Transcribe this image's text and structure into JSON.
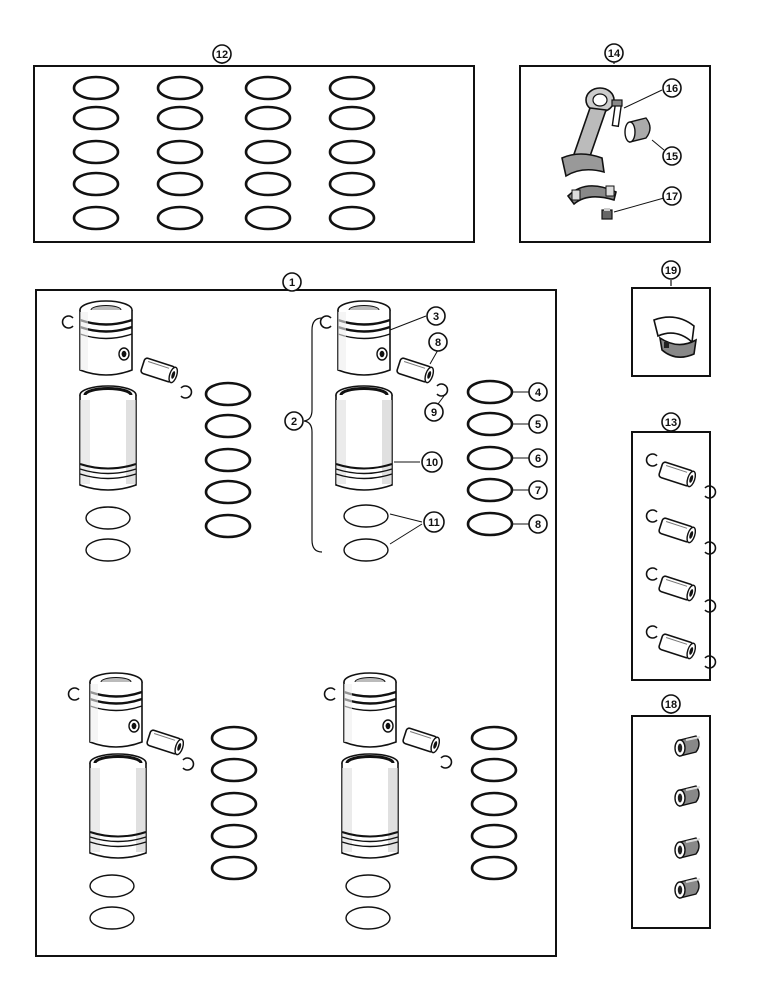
{
  "callouts": {
    "c1": "1",
    "c2": "2",
    "c3": "3",
    "c4": "4",
    "c5": "5",
    "c6": "6",
    "c7": "7",
    "c8": "8",
    "c9": "9",
    "c10": "10",
    "c11": "11",
    "c12": "12",
    "c13": "13",
    "c14": "14",
    "c15": "15",
    "c16": "16",
    "c17": "17",
    "c18": "18",
    "c19": "19"
  },
  "colors": {
    "ink": "#111111",
    "paper": "#ffffff",
    "band": "#333333"
  }
}
